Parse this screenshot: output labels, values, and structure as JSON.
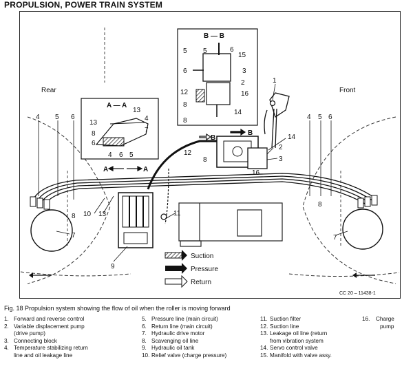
{
  "header": {
    "title": "PROPULSION, POWER TRAIN SYSTEM"
  },
  "diagram": {
    "rear_label": "Rear",
    "front_label": "Front",
    "section_aa": "A — A",
    "section_bb": "B — B",
    "a_marker": "A",
    "b_marker": "B",
    "legend_suction": "Suction",
    "legend_pressure": "Pressure",
    "legend_return": "Return",
    "ref_code": "CC 20 – 11438-1",
    "callouts": {
      "n1": "1",
      "n2": "2",
      "n3": "3",
      "n4": "4",
      "n5": "5",
      "n6": "6",
      "n7": "7",
      "n8": "8",
      "n9": "9",
      "n10": "10",
      "n11": "11",
      "n12": "12",
      "n13": "13",
      "n14": "14",
      "n15": "15",
      "n16": "16"
    }
  },
  "caption": "Fig. 18  Propulsion system showing the flow of oil when the roller is moving forward",
  "legend": {
    "col1": [
      {
        "n": "1.",
        "t": "Forward and reverse control"
      },
      {
        "n": "2.",
        "t": "Variable displacement pump"
      },
      {
        "n": "",
        "t": "(drive pump)"
      },
      {
        "n": "3.",
        "t": "Connecting block"
      },
      {
        "n": "4.",
        "t": "Temperature stabilizing return"
      },
      {
        "n": "",
        "t": "line and oil leakage line"
      }
    ],
    "col2": [
      {
        "n": "5.",
        "t": "Pressure line (main circuit)"
      },
      {
        "n": "6.",
        "t": "Return line (main circuit)"
      },
      {
        "n": "7.",
        "t": "Hydraulic drive motor"
      },
      {
        "n": "8.",
        "t": "Scavenging oil line"
      },
      {
        "n": "9.",
        "t": "Hydraulic oil tank"
      },
      {
        "n": "10.",
        "t": "Relief valve (charge pressure)"
      }
    ],
    "col3": [
      {
        "n": "11.",
        "t": "Suction filter"
      },
      {
        "n": "12.",
        "t": "Suction line"
      },
      {
        "n": "13.",
        "t": "Leakage oil line (return"
      },
      {
        "n": "",
        "t": "from vibration system"
      },
      {
        "n": "14.",
        "t": "Servo control valve"
      },
      {
        "n": "15.",
        "t": "Manifold with valve assy."
      }
    ],
    "col4": [
      {
        "n": "16.",
        "t": "Charge"
      },
      {
        "n": "",
        "t": "pump"
      }
    ]
  }
}
